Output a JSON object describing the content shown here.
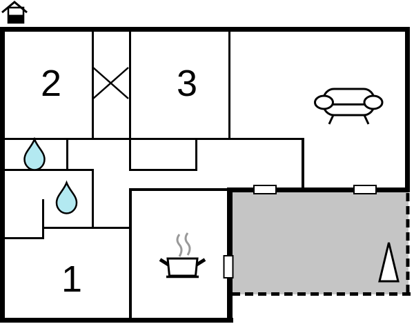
{
  "floor_plan": {
    "type": "apartment-floor-plan",
    "rooms": {
      "r1": {
        "label": "1"
      },
      "r2": {
        "label": "2"
      },
      "r3": {
        "label": "3"
      }
    },
    "features": {
      "corridor_symbol": "wardrobe-cross",
      "bathroom_drops": 2,
      "living_room_furniture": "sofa",
      "kitchen_symbol": "steaming-pot",
      "terrace": {
        "style": "dashed-outline",
        "symbol": "tree-triangle",
        "windows": 2,
        "door": 1
      },
      "logo": "house-icon"
    },
    "colors": {
      "walls": "#000000",
      "background": "#ffffff",
      "terrace_fill": "#c5c5c5",
      "water_drop_fill": "#b3e9f1",
      "steam": "#999999",
      "opening_fill": "#ffffff"
    }
  }
}
